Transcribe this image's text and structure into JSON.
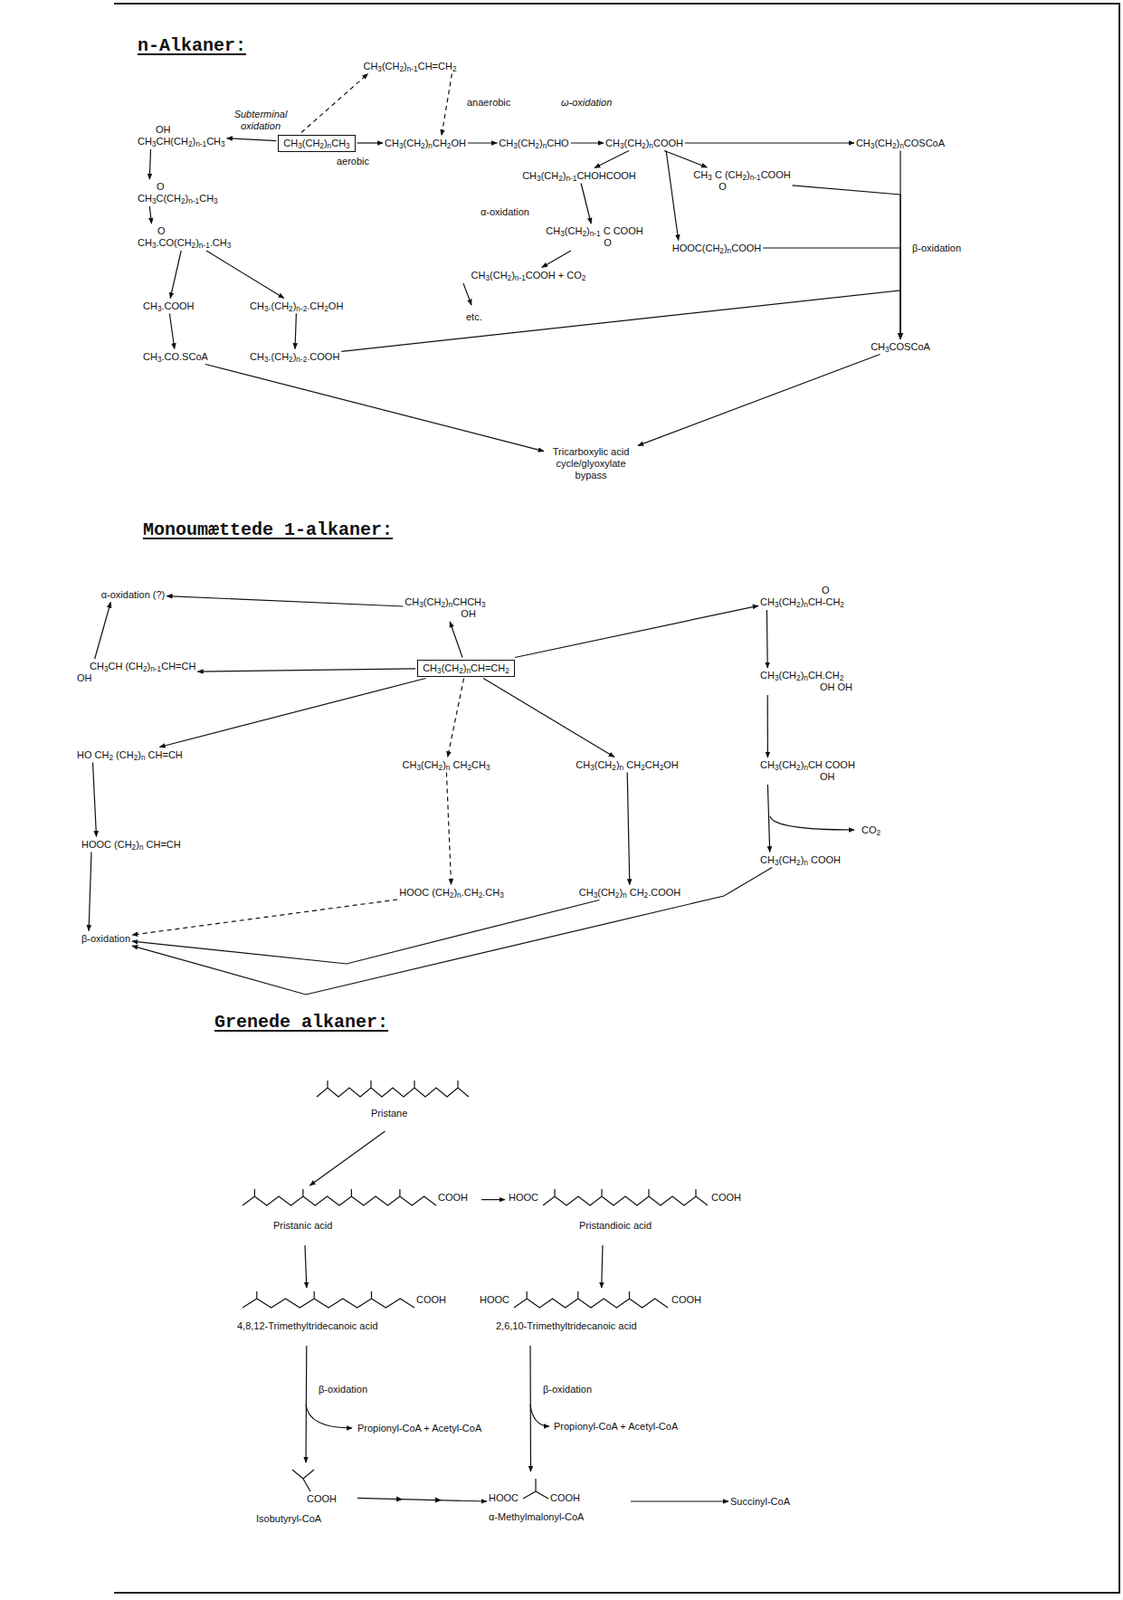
{
  "diagram": {
    "nodes": [
      {
        "text": [
          "CH3(CH2)n-1CH=CH2"
        ]
      },
      {
        "text": [
          "OH",
          "CH3CH(CH2)n-1CH3"
        ]
      },
      {
        "text": [
          "CH3(CH2)nCH3"
        ]
      },
      {
        "text": [
          "CH3(CH2)nCH2OH"
        ]
      },
      {
        "text": [
          "CH3(CH2)nCHO"
        ]
      },
      {
        "text": [
          "CH3(CH2)nCOOH"
        ]
      },
      {
        "text": [
          "CH3(CH2)nCOSCoA"
        ]
      },
      {
        "text": [
          "CH3(CH2)n-1CHOHCOOH"
        ]
      },
      {
        "text": [
          "CH3 C (CH2)n-1COOH",
          "O"
        ]
      },
      {
        "text": [
          "O",
          "CH3C(CH2)n-1CH3"
        ]
      },
      {
        "text": [
          "CH3(CH2)n-1 C COOH",
          "O"
        ]
      },
      {
        "text": [
          "HOOC(CH2)nCOOH"
        ]
      },
      {
        "text": [
          "CH3(CH2)n-1COOH + CO2"
        ]
      },
      {
        "text": [
          "O",
          "CH3.CO(CH2)n-1.CH3"
        ]
      },
      {
        "text": [
          "CH3.COOH"
        ]
      },
      {
        "text": [
          "CH3.(CH2)n-2.CH2OH"
        ]
      },
      {
        "text": [
          "CH3COSCoA"
        ]
      },
      {
        "text": [
          "CH3.CO.SCoA"
        ]
      },
      {
        "text": [
          "CH3.(CH2)n-2.COOH"
        ]
      },
      {
        "text": [
          "Tricarboxylic acid cycle/glyoxylate bypass"
        ]
      },
      {
        "text": [
          "α-oxidation (?)"
        ]
      },
      {
        "text": [
          "CH3(CH2)nCHCH3",
          "OH"
        ]
      },
      {
        "text": [
          "O",
          "CH3(CH2)nCH-CH2"
        ]
      },
      {
        "text": [
          "CH3CH (CH2)n-1CH=CH",
          "OH"
        ]
      },
      {
        "text": [
          "CH3(CH2)nCH=CH2"
        ]
      },
      {
        "text": [
          "CH3(CH2)nCH.CH2",
          "OH OH"
        ]
      },
      {
        "text": [
          "HO CH2 (CH2)n CH=CH"
        ]
      },
      {
        "text": [
          "CH3(CH2)n CH2CH3"
        ]
      },
      {
        "text": [
          "CH3(CH2)n CH2CH2OH"
        ]
      },
      {
        "text": [
          "CH3(CH2)nCH COOH",
          "OH"
        ]
      },
      {
        "text": [
          "HOOC (CH2)n CH=CH"
        ]
      },
      {
        "text": [
          "CH3(CH2)n COOH"
        ]
      },
      {
        "text": [
          "HOOC (CH2)n.CH2.CH3"
        ]
      },
      {
        "text": [
          "CH3(CH2)n CH2.COOH"
        ]
      },
      {
        "text": [
          "β-oxidation"
        ]
      },
      {
        "text": [
          "Pristane"
        ]
      },
      {
        "text": [
          "COOH",
          "Pristanic acid"
        ]
      },
      {
        "text": [
          "HOOC",
          "COOH",
          "Pristandioic acid"
        ]
      },
      {
        "text": [
          "COOH",
          "4,8,12-Trimethyltridecanoic acid"
        ]
      },
      {
        "text": [
          "HOOC",
          "COOH",
          "2,6,10-Trimethyltridecanoic acid"
        ]
      },
      {
        "text": [
          "COOH",
          "Isobutyryl-CoA"
        ]
      },
      {
        "text": [
          "HOOC",
          "COOH",
          "α-Methylmalonyl-CoA"
        ]
      },
      {
        "text": [
          "Succinyl-CoA"
        ]
      }
    ],
    "edges": [
      {
        "from": 2,
        "to": 0,
        "arrow": "to"
      },
      {
        "from": 0,
        "to": 3,
        "arrow": "to"
      },
      {
        "from": 2,
        "to": 1,
        "arrow": "to"
      },
      {
        "from": 2,
        "to": 3,
        "arrow": "to"
      },
      {
        "from": 3,
        "to": 4,
        "arrow": "to"
      },
      {
        "from": 4,
        "to": 5,
        "arrow": "to"
      },
      {
        "from": 5,
        "to": 6,
        "arrow": "to"
      },
      {
        "from": 5,
        "to": 7,
        "arrow": "to"
      },
      {
        "from": 5,
        "to": 8,
        "arrow": "to"
      },
      {
        "from": 5,
        "to": 11,
        "arrow": "to"
      },
      {
        "from": 7,
        "to": 10,
        "arrow": "to"
      },
      {
        "from": 10,
        "to": 12,
        "arrow": "to"
      },
      {
        "from": 6,
        "to": 16,
        "arrow": "to"
      },
      {
        "from": 8,
        "to": 16,
        "arrow": "to"
      },
      {
        "from": 11,
        "to": 16,
        "arrow": "to"
      },
      {
        "from": 18,
        "to": 16,
        "arrow": "to"
      },
      {
        "from": 16,
        "to": 19,
        "arrow": "to"
      },
      {
        "from": 1,
        "to": 9,
        "arrow": "to"
      },
      {
        "from": 9,
        "to": 13,
        "arrow": "to"
      },
      {
        "from": 13,
        "to": 14,
        "arrow": "to"
      },
      {
        "from": 13,
        "to": 15,
        "arrow": "to"
      },
      {
        "from": 14,
        "to": 17,
        "arrow": "to"
      },
      {
        "from": 15,
        "to": 18,
        "arrow": "to"
      },
      {
        "from": 17,
        "to": 19,
        "arrow": "to"
      },
      {
        "from": 24,
        "to": 21,
        "arrow": "to"
      },
      {
        "from": 24,
        "to": 23,
        "arrow": "to"
      },
      {
        "from": 24,
        "to": 26,
        "arrow": "to"
      },
      {
        "from": 24,
        "to": 27,
        "arrow": "to"
      },
      {
        "from": 24,
        "to": 28,
        "arrow": "to"
      },
      {
        "from": 24,
        "to": 22,
        "arrow": "to"
      },
      {
        "from": 21,
        "to": 20,
        "arrow": "to"
      },
      {
        "from": 23,
        "to": 20,
        "arrow": "to"
      },
      {
        "from": 26,
        "to": 30,
        "arrow": "to"
      },
      {
        "from": 30,
        "to": 34,
        "arrow": "to"
      },
      {
        "from": 27,
        "to": 32,
        "arrow": "to"
      },
      {
        "from": 32,
        "to": 34,
        "arrow": "to"
      },
      {
        "from": 28,
        "to": 33,
        "arrow": "to"
      },
      {
        "from": 33,
        "to": 34,
        "arrow": "to"
      },
      {
        "from": 22,
        "to": 25,
        "arrow": "to"
      },
      {
        "from": 25,
        "to": 29,
        "arrow": "to"
      },
      {
        "from": 29,
        "to": 31,
        "arrow": "to"
      },
      {
        "from": 31,
        "to": 34,
        "arrow": "to"
      },
      {
        "from": 35,
        "to": 36,
        "arrow": "to"
      },
      {
        "from": 36,
        "to": 37,
        "arrow": "to"
      },
      {
        "from": 36,
        "to": 38,
        "arrow": "to"
      },
      {
        "from": 37,
        "to": 39,
        "arrow": "to"
      },
      {
        "from": 38,
        "to": 40,
        "arrow": "to"
      },
      {
        "from": 39,
        "to": 41,
        "arrow": "to"
      },
      {
        "from": 40,
        "to": 41,
        "arrow": "to"
      },
      {
        "from": 41,
        "to": 42,
        "arrow": "to"
      }
    ],
    "labels": [
      "n-Alkaner:",
      "Subterminal oxidation",
      "anaerobic",
      "aerobic",
      "ω-oxidation",
      "α-oxidation",
      "etc.",
      "β-oxidation",
      "Monoumættede 1-alkaner:",
      "CO2",
      "Grenede alkaner:",
      "β-oxidation",
      "Propionyl-CoA + Acetyl-CoA",
      "β-oxidation",
      "Propionyl-CoA + Acetyl-CoA"
    ]
  }
}
